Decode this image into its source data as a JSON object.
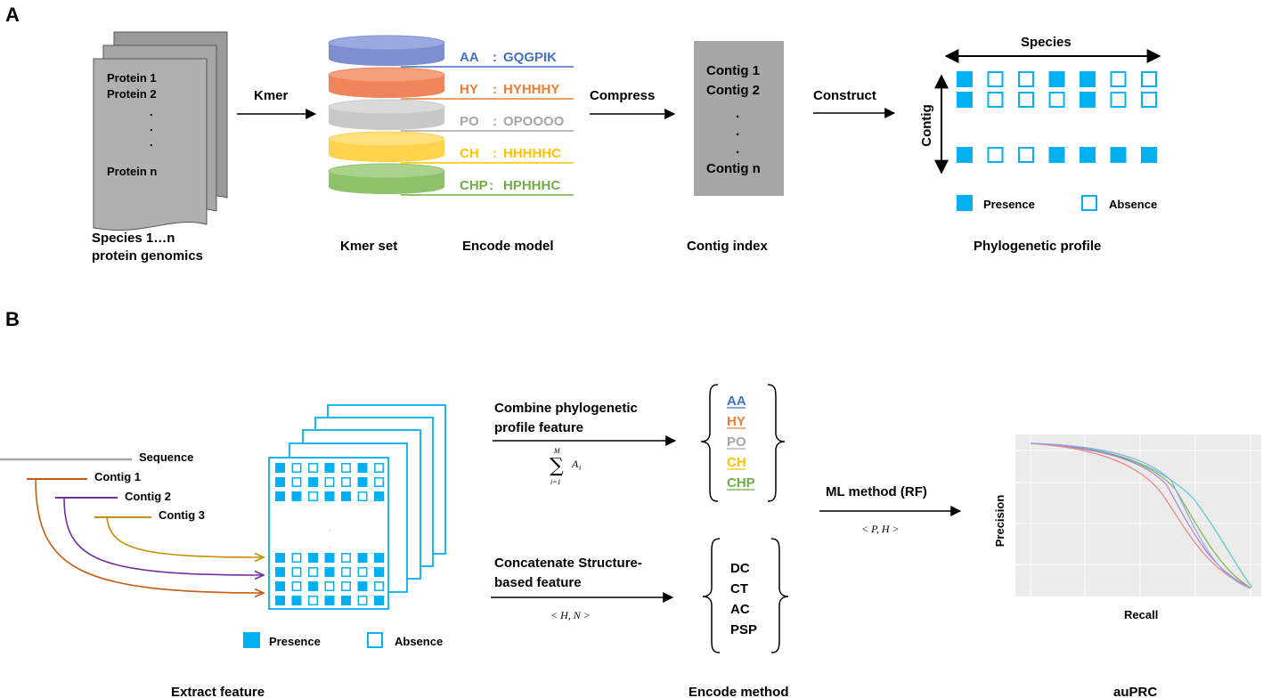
{
  "panel_a": {
    "panel_letter": "A",
    "docs": {
      "line1": "Protein 1",
      "line2": "Protein 2",
      "dots": ".",
      "last": "Protein n"
    },
    "species_label_1": "Species 1…n",
    "species_label_2": "protein genomics",
    "arrow_kmer": "Kmer",
    "kmers": [
      {
        "name": "AA",
        "sep": ":",
        "code": "GQGPIK",
        "fill": "#7d8fd1",
        "top": "#9aaae0",
        "text": "#4472c4"
      },
      {
        "name": "HY",
        "sep": ":",
        "code": "HYHHHY",
        "fill": "#f0845a",
        "top": "#f4a07c",
        "text": "#ed7d31"
      },
      {
        "name": "PO",
        "sep": ":",
        "code": "OPOOOO",
        "fill": "#c8c8c8",
        "top": "#dadada",
        "text": "#a5a5a5"
      },
      {
        "name": "CH",
        "sep": ":",
        "code": "HHHHHC",
        "fill": "#ffd24d",
        "top": "#ffe07f",
        "text": "#ffc000"
      },
      {
        "name": "CHP",
        "sep": ":",
        "code": "HPHHHC",
        "fill": "#8dc26b",
        "top": "#a9d28c",
        "text": "#70ad47"
      }
    ],
    "kmer_set_label": "Kmer set",
    "encode_model_label": "Encode model",
    "arrow_compress": "Compress",
    "contig_box": {
      "line1": "Contig 1",
      "line2": "Contig 2",
      "dots": ".",
      "last": "Contig n"
    },
    "contig_index_label": "Contig index",
    "arrow_construct": "Construct",
    "species_axis": "Species",
    "contig_axis": "Contig",
    "rows": [
      [
        1,
        0,
        0,
        1,
        1,
        0,
        0
      ],
      [
        1,
        0,
        0,
        0,
        1,
        0,
        0
      ],
      [
        1,
        0,
        0,
        1,
        1,
        1,
        1
      ]
    ],
    "legend_presence": "Presence",
    "legend_absence": "Absence",
    "profile_label": "Phylogenetic profile",
    "color_presence": "#00b0f0"
  },
  "panel_b": {
    "panel_letter": "B",
    "sequence_label": "Sequence",
    "contig_labels": [
      "Contig 1",
      "Contig 2",
      "Contig 3"
    ],
    "contig_colors": [
      "#c55a11",
      "#7030a0",
      "#bf9000"
    ],
    "grid_top": [
      [
        1,
        0,
        0,
        1,
        0,
        1,
        0
      ],
      [
        1,
        0,
        1,
        0,
        0,
        1,
        0
      ],
      [
        1,
        1,
        0,
        1,
        1,
        0,
        1
      ]
    ],
    "grid_bottom": [
      [
        1,
        0,
        1,
        1,
        0,
        1,
        1
      ],
      [
        1,
        0,
        0,
        1,
        0,
        0,
        1
      ],
      [
        1,
        0,
        1,
        0,
        0,
        1,
        0
      ],
      [
        1,
        1,
        0,
        1,
        1,
        0,
        1
      ]
    ],
    "legend_presence": "Presence",
    "legend_absence": "Absence",
    "extract_label": "Extract feature",
    "combine_1": "Combine phylogenetic",
    "combine_2": "profile feature",
    "sum_top": "M",
    "sum_bottom": "i=1",
    "sum_term": "A",
    "sum_sub": "i",
    "feature_list": [
      {
        "name": "AA",
        "color": "#4472c4"
      },
      {
        "name": "HY",
        "color": "#ed7d31"
      },
      {
        "name": "PO",
        "color": "#a5a5a5"
      },
      {
        "name": "CH",
        "color": "#ffc000"
      },
      {
        "name": "CHP",
        "color": "#70ad47"
      }
    ],
    "concat_1": "Concatenate  Structure-",
    "concat_2": "based feature",
    "concat_math": "< H, N >",
    "struct_list": [
      "DC",
      "CT",
      "AC",
      "PSP"
    ],
    "encode_method_label": "Encode method",
    "ml_label": "ML method (RF)",
    "ml_math": "< P, H >",
    "prc": {
      "ylabel": "Precision",
      "xlabel": "Recall",
      "title": "auPRC"
    }
  }
}
